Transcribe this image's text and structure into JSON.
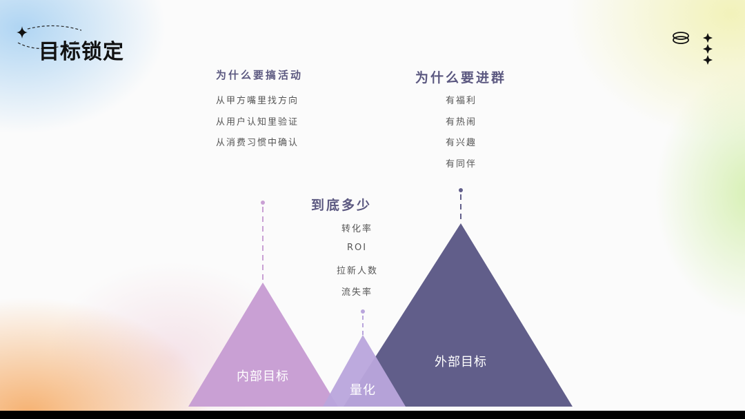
{
  "slide": {
    "title": "目标锁定",
    "groups": {
      "why_activity": {
        "heading": "为什么要搞活动",
        "items": [
          "从甲方嘴里找方向",
          "从用户认知里验证",
          "从消费习惯中确认"
        ]
      },
      "why_group": {
        "heading": "为什么要进群",
        "items": [
          "有福利",
          "有热闹",
          "有兴趣",
          "有同伴"
        ]
      },
      "how_much": {
        "heading": "到底多少",
        "items": [
          "转化率",
          "ROI",
          "拉新人数",
          "流失率"
        ]
      }
    },
    "mountains": {
      "inner": {
        "label": "内部目标",
        "color": "#c9a0d4"
      },
      "quant": {
        "label": "量化",
        "color": "#b9a5dc"
      },
      "outer": {
        "label": "外部目标",
        "color": "#615e8a"
      }
    },
    "icons": [
      "sparkle-icon",
      "stack-icon",
      "stars-icon"
    ]
  }
}
